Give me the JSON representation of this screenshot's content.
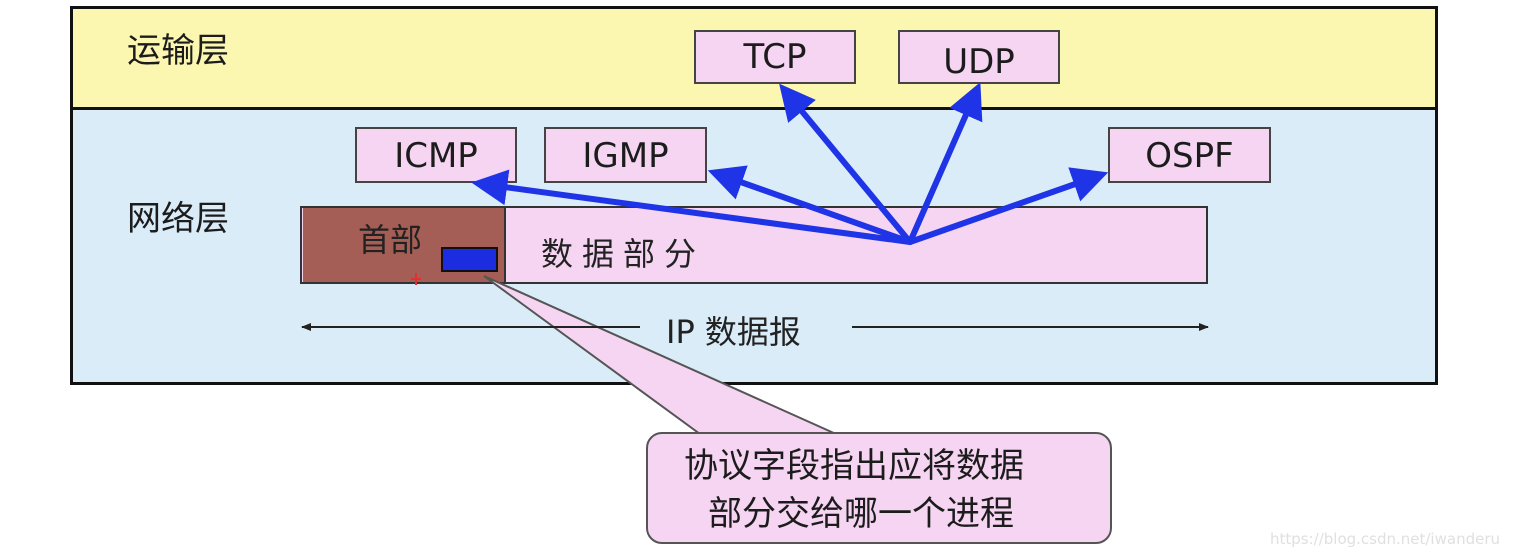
{
  "layers": {
    "transport": "运输层",
    "network": "网络层"
  },
  "protocols": {
    "tcp": "TCP",
    "udp": "UDP",
    "icmp": "ICMP",
    "igmp": "IGMP",
    "ospf": "OSPF"
  },
  "datagram": {
    "header": "首部",
    "data": "数据部分",
    "label": "IP 数据报"
  },
  "callout": {
    "line1": "协议字段指出应将数据",
    "line2": "部分交给哪一个进程"
  },
  "watermark": "https://blog.csdn.net/iwanderu",
  "colors": {
    "transport_bg": "#fbf7b0",
    "network_bg": "#d9ecf8",
    "protocol_box": "#f6d5f3",
    "header_section": "#a45e55",
    "protocol_field": "#1c2ce0",
    "arrow": "#1f34e6"
  }
}
